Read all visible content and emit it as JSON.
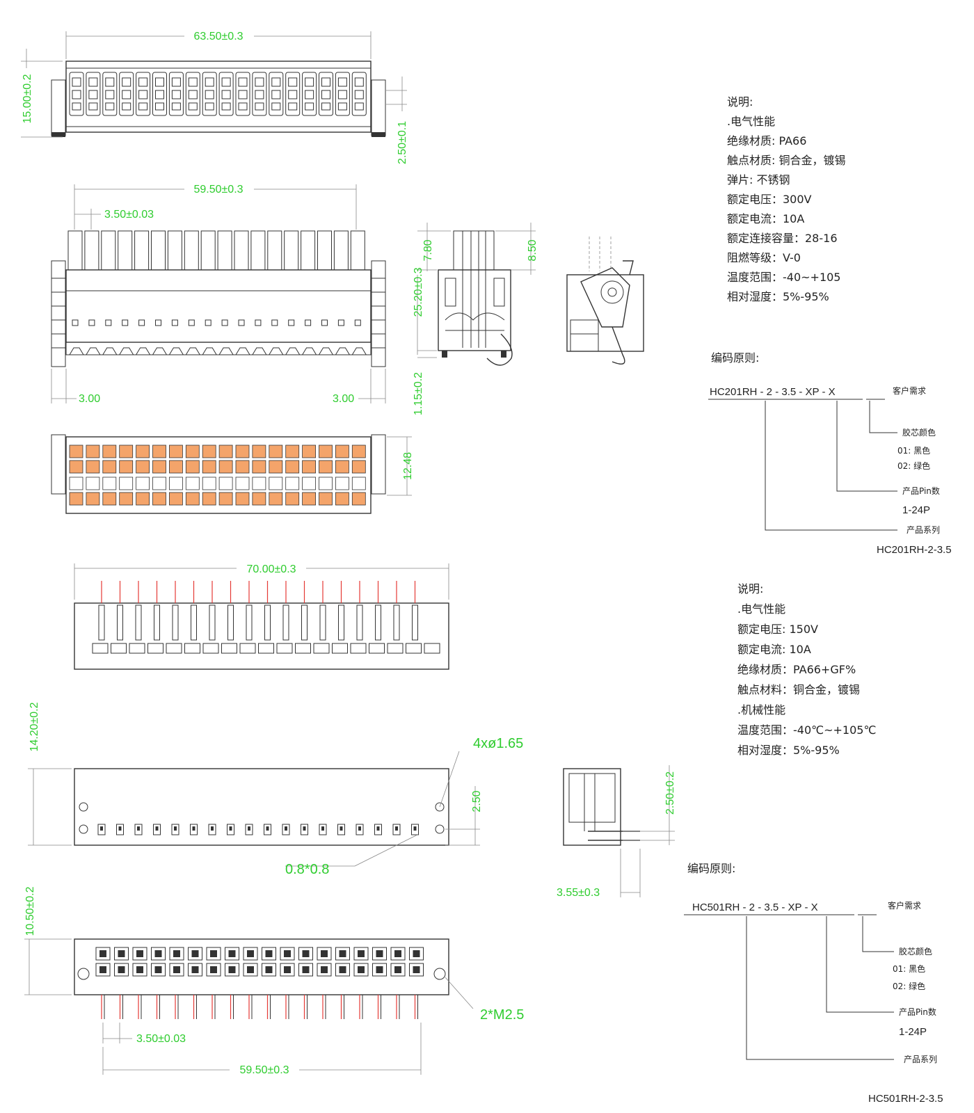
{
  "dims": {
    "top_width": "63.50±0.3",
    "top_height": "15.00±0.2",
    "top_step": "2.50±0.1",
    "front_pitch_span": "59.50±0.3",
    "front_pitch": "3.50±0.03",
    "front_left_edge": "3.00",
    "front_right_edge": "3.00",
    "side_height": "25.20±0.3",
    "side_top_left": "7.80",
    "side_top_right": "8.50",
    "side_pin": "1.15±0.2",
    "bottom_depth": "12.48",
    "header_width": "70.00±0.3",
    "header_height": "14.20±0.2",
    "holes": "4xø1.65",
    "hole_offset": "2.50",
    "pin_size": "0.8*0.8",
    "header2_height": "2.50±0.2",
    "header2_depth": "3.55±0.3",
    "pcb_height": "10.50±0.2",
    "screw": "2*M2.5",
    "pcb_pitch": "3.50±0.03",
    "pcb_span": "59.50±0.3"
  },
  "spec1": {
    "title": "说明:",
    "lines": [
      ".电气性能",
      "绝缘材质:  PA66",
      "触点材质:  铜合金，镀锡",
      "弹片:    不锈钢",
      "额定电压：300V",
      "额定电流：10A",
      "额定连接容量：28-16",
      "阻燃等级：V-0",
      "温度范围：-40~+105",
      "相对湿度：5%-95%"
    ]
  },
  "code1": {
    "heading": "编码原则:",
    "code": "HC201RH - 2 - 3.5 - XP - X",
    "customer": "客户需求",
    "core_color": "胶芯颜色",
    "black": "01: 黑色",
    "green": "02: 绿色",
    "pin_count": "产品Pin数",
    "pin_range": "1-24P",
    "series": "产品系列",
    "series_name": "HC201RH-2-3.5"
  },
  "spec2": {
    "title": "说明:",
    "lines": [
      ".电气性能",
      "额定电压:  150V",
      "额定电流:  10A",
      "绝缘材质：PA66+GF%",
      "触点材料：铜合金，镀锡",
      ".机械性能",
      "温度范围：-40℃~+105℃",
      "相对湿度：5%-95%"
    ]
  },
  "code2": {
    "heading": "编码原则:",
    "code": "HC501RH - 2 - 3.5 - XP - X",
    "customer": "客户需求",
    "core_color": "胶芯颜色",
    "black": "01: 黑色",
    "green": "02: 绿色",
    "pin_count": "产品Pin数",
    "pin_range": "1-24P",
    "series": "产品系列",
    "series_name": "HC501RH-2-3.5"
  },
  "colors": {
    "dimension": "#2ecc2e",
    "line": "#333333",
    "orange": "#f4a46a",
    "pin_red": "#e53935"
  }
}
